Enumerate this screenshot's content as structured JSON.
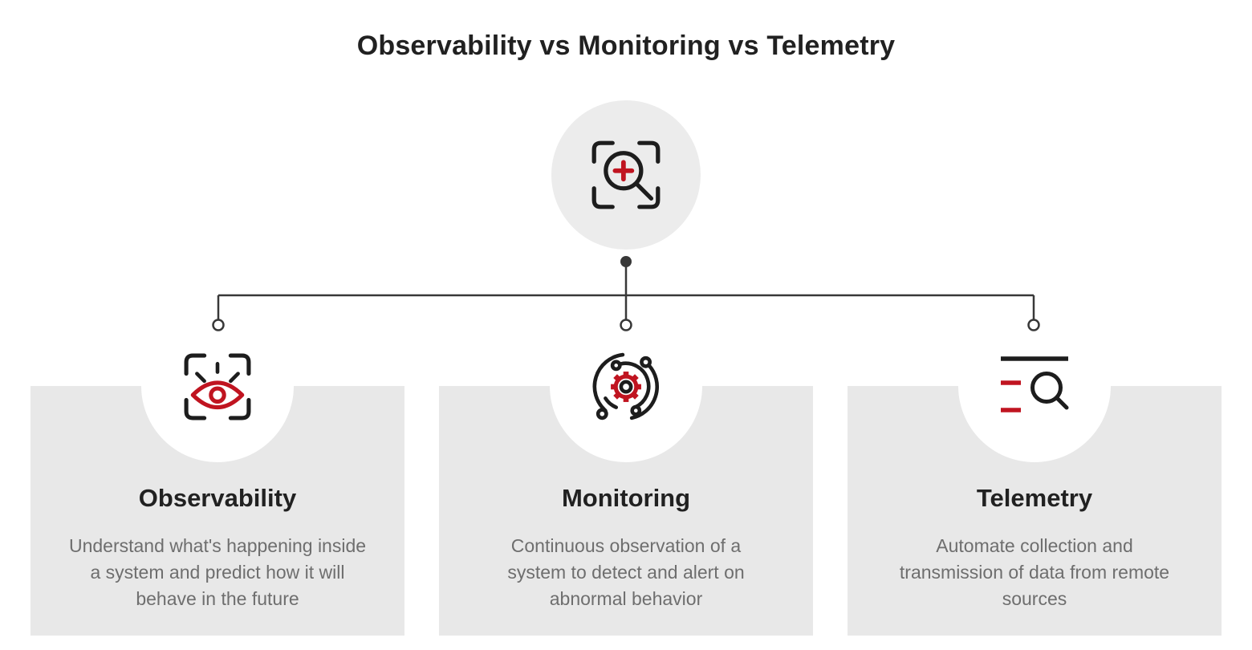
{
  "page": {
    "title": "Observability vs Monitoring vs Telemetry"
  },
  "hub": {
    "icon": "zoom-scan-icon"
  },
  "cards": [
    {
      "id": "observability",
      "icon": "eye-scan-icon",
      "title": "Observability",
      "description": "Understand what's happening inside\na system and predict how it will\nbehave in the future"
    },
    {
      "id": "monitoring",
      "icon": "orbit-gear-icon",
      "title": "Monitoring",
      "description": "Continuous observation of a\nsystem to detect and alert on\nabnormal behavior"
    },
    {
      "id": "telemetry",
      "icon": "search-log-icon",
      "title": "Telemetry",
      "description": "Automate collection and\ntransmission of data from remote\nsources"
    }
  ],
  "colors": {
    "accent_red": "#c01420",
    "icon_black": "#1d1d1d",
    "card_bg": "#e8e8e8",
    "hub_bg": "#ececec",
    "connector": "#383838",
    "title_color": "#212121",
    "desc_color": "#6e6e6e",
    "page_bg": "#ffffff"
  }
}
